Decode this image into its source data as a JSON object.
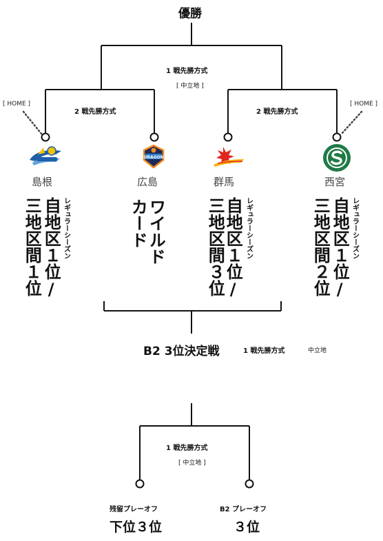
{
  "header": {
    "title": "優勝"
  },
  "final": {
    "format": "1 戦先勝方式",
    "venue": "[ 中立地 ]"
  },
  "semis": {
    "left_format": "2 戦先勝方式",
    "right_format": "2 戦先勝方式",
    "home_left": "[ HOME ]",
    "home_right": "[ HOME ]"
  },
  "teams": [
    {
      "name": "島根",
      "qualifier_main": [
        "自地区１位/",
        "三地区間１位"
      ],
      "qualifier_sub": "レギュラーシーズン"
    },
    {
      "name": "広島",
      "qualifier_main": [
        "ワイルド",
        "カード"
      ],
      "qualifier_sub": ""
    },
    {
      "name": "群馬",
      "qualifier_main": [
        "自地区１位/",
        "三地区間３位"
      ],
      "qualifier_sub": "レギュラーシーズン"
    },
    {
      "name": "西宮",
      "qualifier_main": [
        "自地区１位/",
        "三地区間２位"
      ],
      "qualifier_sub": "レギュラーシーズン"
    }
  ],
  "third_place": {
    "title": "B2 3位決定戦",
    "format": "1 戦先勝方式",
    "venue": "中立地"
  },
  "bottom": {
    "format": "1 戦先勝方式",
    "venue": "[ 中立地 ]",
    "left_caption": "残留プレーオフ",
    "left_value": "下位３位",
    "right_caption": "B2 プレーオフ",
    "right_value": "３位"
  },
  "colors": {
    "line": "#111111",
    "shimane_blue": "#1f5fa8",
    "shimane_yellow": "#f2c200",
    "hiroshima_navy": "#1d2a5a",
    "hiroshima_orange": "#f08a1c",
    "gunma_red": "#e0261f",
    "gunma_yellow": "#f6b40e",
    "nishinomiya_green": "#1f7a45"
  },
  "icons": [
    "shimane-logo-icon",
    "hiroshima-logo-icon",
    "gunma-logo-icon",
    "nishinomiya-logo-icon"
  ]
}
